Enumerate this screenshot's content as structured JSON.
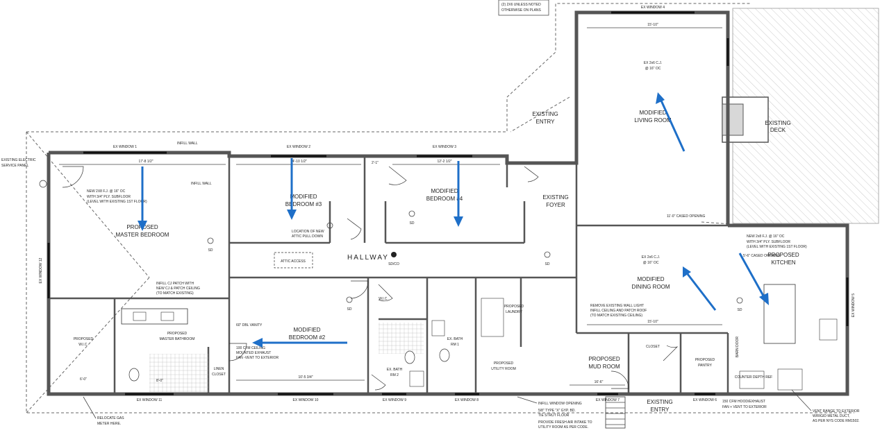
{
  "notes": {
    "top_note_line1": "(2) 2X6 UNLESS NOTED",
    "top_note_line2": "OTHERWISE ON PLANS"
  },
  "windows": {
    "ex_window_1": "EX WINDOW 1",
    "ex_window_2": "EX WINDOW 2",
    "ex_window_3": "EX WINDOW 3",
    "ex_window_4": "EX WINDOW 4",
    "ex_window_5": "EX WINDOW 5",
    "ex_window_6": "EX WINDOW 6",
    "ex_window_7": "EX WINDOW 7",
    "ex_window_8": "EX WINDOW 8",
    "ex_window_9": "EX WINDOW 9",
    "ex_window_10": "EX WINDOW 10",
    "ex_window_11": "EX WINDOW 11",
    "ex_window_12": "EX WINDOW 12"
  },
  "rooms": {
    "master_bedroom_l1": "PROPOSED",
    "master_bedroom_l2": "MASTER BEDROOM",
    "bedroom3_l1": "MODIFIED",
    "bedroom3_l2": "BEDROOM #3",
    "bedroom4_l1": "MODIFIED",
    "bedroom4_l2": "BEDROOM #4",
    "bedroom2_l1": "MODIFIED",
    "bedroom2_l2": "BEDROOM #2",
    "living_l1": "MODIFIED",
    "living_l2": "LIVING ROOM",
    "dining_l1": "MODIFIED",
    "dining_l2": "DINING ROOM",
    "kitchen_l1": "PROPOSED",
    "kitchen_l2": "KITCHEN",
    "foyer_l1": "EXISTING",
    "foyer_l2": "FOYER",
    "entry_l1": "EXISTING",
    "entry_l2": "ENTRY",
    "deck_l1": "EXISTING",
    "deck_l2": "DECK",
    "mud_l1": "PROPOSED",
    "mud_l2": "MUD ROOM",
    "utility_l1": "PROPOSED",
    "utility_l2": "UTILITY ROOM",
    "laundry_l1": "PROPOSED",
    "laundry_l2": "LAUNDRY",
    "master_bath_l1": "PROPOSED",
    "master_bath_l2": "MASTER BATHROOM",
    "wic_l1": "PROPOSED",
    "wic_l2": "W.I.C.",
    "pantry_l1": "PROPOSED",
    "pantry_l2": "PANTRY",
    "ex_bath1_l1": "EX. BATH",
    "ex_bath1_l2": "RM 1",
    "ex_bath2_l1": "EX. BATH",
    "ex_bath2_l2": "RM 2",
    "front_entry_l1": "EXISTING",
    "front_entry_l2": "ENTRY",
    "hallway": "HALLWAY",
    "attic_access": "ATTIC ACCESS",
    "closet": "CLOSET",
    "linen_closet_l1": "LINEN",
    "linen_closet_l2": "CLOSET",
    "wic": "W.I.C.",
    "barn_door": "BARN DOOR",
    "counter_depth_ref": "COUNTER DEPTH REF"
  },
  "annotations": {
    "electric_panel_l1": "EXISTING ELECTRIC",
    "electric_panel_l2": "SERVICE PANEL",
    "relocate_gas_l1": "RELOCATE GAS",
    "relocate_gas_l2": "METER HERE.",
    "joist_master_l1": "NEW 2X8 F.J. @ 16\" OC",
    "joist_master_l2": "WITH 3/4\" PLY. SUBFLOOR",
    "joist_master_l3": "(LEVEL WITH EXISTING 1ST FLOOR)",
    "joist_kitchen_l1": "NEW 2x8 F.J. @ 16\" OC",
    "joist_kitchen_l2": "WITH 3/4\" PLY. SUBFLOOR",
    "joist_kitchen_l3": "(LEVEL WITH EXISTING 1ST FLOOR)",
    "infill_wall": "INFILL WALL",
    "infill_wall_2": "INFILL WALL",
    "cj_living": "EX 2x6 C.J.",
    "cj_living_oc": "@ 16\" OC",
    "cj_dining": "EX 2x6 C.J.",
    "cj_dining_oc": "@ 16\" OC",
    "cased_opening": "11'-0\" CASED OPENING",
    "cased_opening_kitchen": "5'-6\" CASED OPENING",
    "attic_pull_l1": "LOCATION OF NEW",
    "attic_pull_l2": "ATTIC PULL DOWN",
    "infill_patch_l1": "INFILL CJ PATCH WITH",
    "infill_patch_l2": "NEW CJ & PATCH CEILING",
    "infill_patch_l3": "(TO MATCH EXISTING)",
    "remove_wall_l1": "REMOVE EXISTING WALL LIGHT",
    "remove_wall_l2": "INFILL CEILING AND PATCH ROOF",
    "remove_wall_l3": "(TO MATCH EXISTING CEILING)",
    "vanity": "60\" DBL VANITY",
    "exhaust_l1": "100 CFM CEILING",
    "exhaust_l2": "MOUNTED EXHAUST",
    "exhaust_l3": "FAN -VENT TO EXTERIOR",
    "infill_window": "INFILL WINDOW OPENING",
    "gyp_l1": "5/8\" TYPE \"X\" GYP. BD.",
    "gyp_l2": "TIE STRUT FLOOR",
    "fresh_air_l1": "PROVIDE FRESH AIR INTAKE TO",
    "fresh_air_l2": "UTILITY ROOM AS PER CODE.",
    "hood_l1": "150 CFM HOOD/EXHAUST",
    "hood_l2": "FAN + VENT TO EXTERIOR",
    "vent_range_l1": "VENT RANGE TO EXTERIOR",
    "vent_range_l2": "W/RIGID METAL DUCT,",
    "vent_range_l3": "AS PER NYS CODE RM1502.",
    "sd": "SD",
    "sdco": "SD/CO",
    "dim_living": "15'-10\"",
    "dim_dining": "15'-10\"",
    "dim_mud": "16'-6\"",
    "dim_master": "17'-8 1/2\"",
    "dim_bed3": "14'-10 1/2\"",
    "dim_bed4": "12'-2 1/2\"",
    "dim_bed2": "10'-5 3/4\"",
    "dim_wic": "6'-0\"",
    "dim_bath": "8'-0\"",
    "dim_closet": "2'-1\""
  },
  "colors": {
    "wall": "#555555",
    "annotation_arrow": "#1e6fc8",
    "hatch": "#9a9a9a"
  }
}
